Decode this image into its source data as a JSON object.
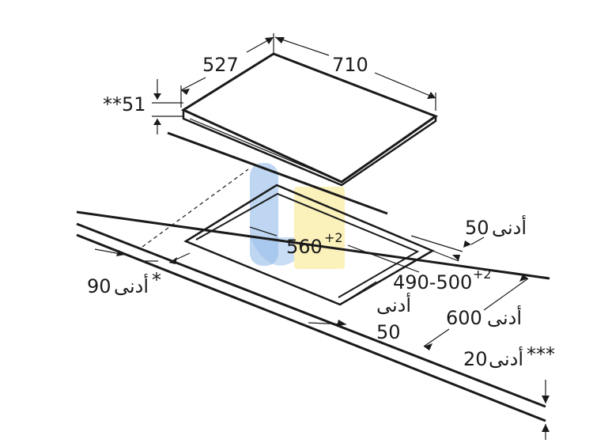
{
  "labels": {
    "width_710": "710",
    "depth_527": "527",
    "thickness_51": "**51",
    "cutout_560": "560",
    "cutout_560_tol": "+2",
    "cutout_490_500": "490-500",
    "cutout_490_500_tol": "+2",
    "min_50_back": "50",
    "min_word": "أدنى",
    "min_90": "90",
    "min_90_mark": "*",
    "min_50_front": "50",
    "min_600": "600",
    "min_20": "20",
    "min_20_mark": "***"
  },
  "colors": {
    "line": "#1a1a1a",
    "watermark_blue": "#3b82d6",
    "watermark_yellow": "#f2d21a"
  }
}
